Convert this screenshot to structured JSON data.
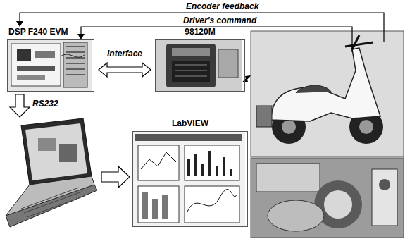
{
  "diagram": {
    "nodes": [
      {
        "text": [
          "DSP F240 EVM"
        ]
      },
      {
        "text": [
          "98120M"
        ]
      },
      {
        "text": [
          "LabVIEW"
        ]
      }
    ],
    "edges": [
      {
        "from": 0,
        "to": 1,
        "label": "Interface",
        "arrow": "both"
      }
    ],
    "labels": [
      "Encoder feedback",
      "Driver's command",
      "RS232"
    ]
  }
}
